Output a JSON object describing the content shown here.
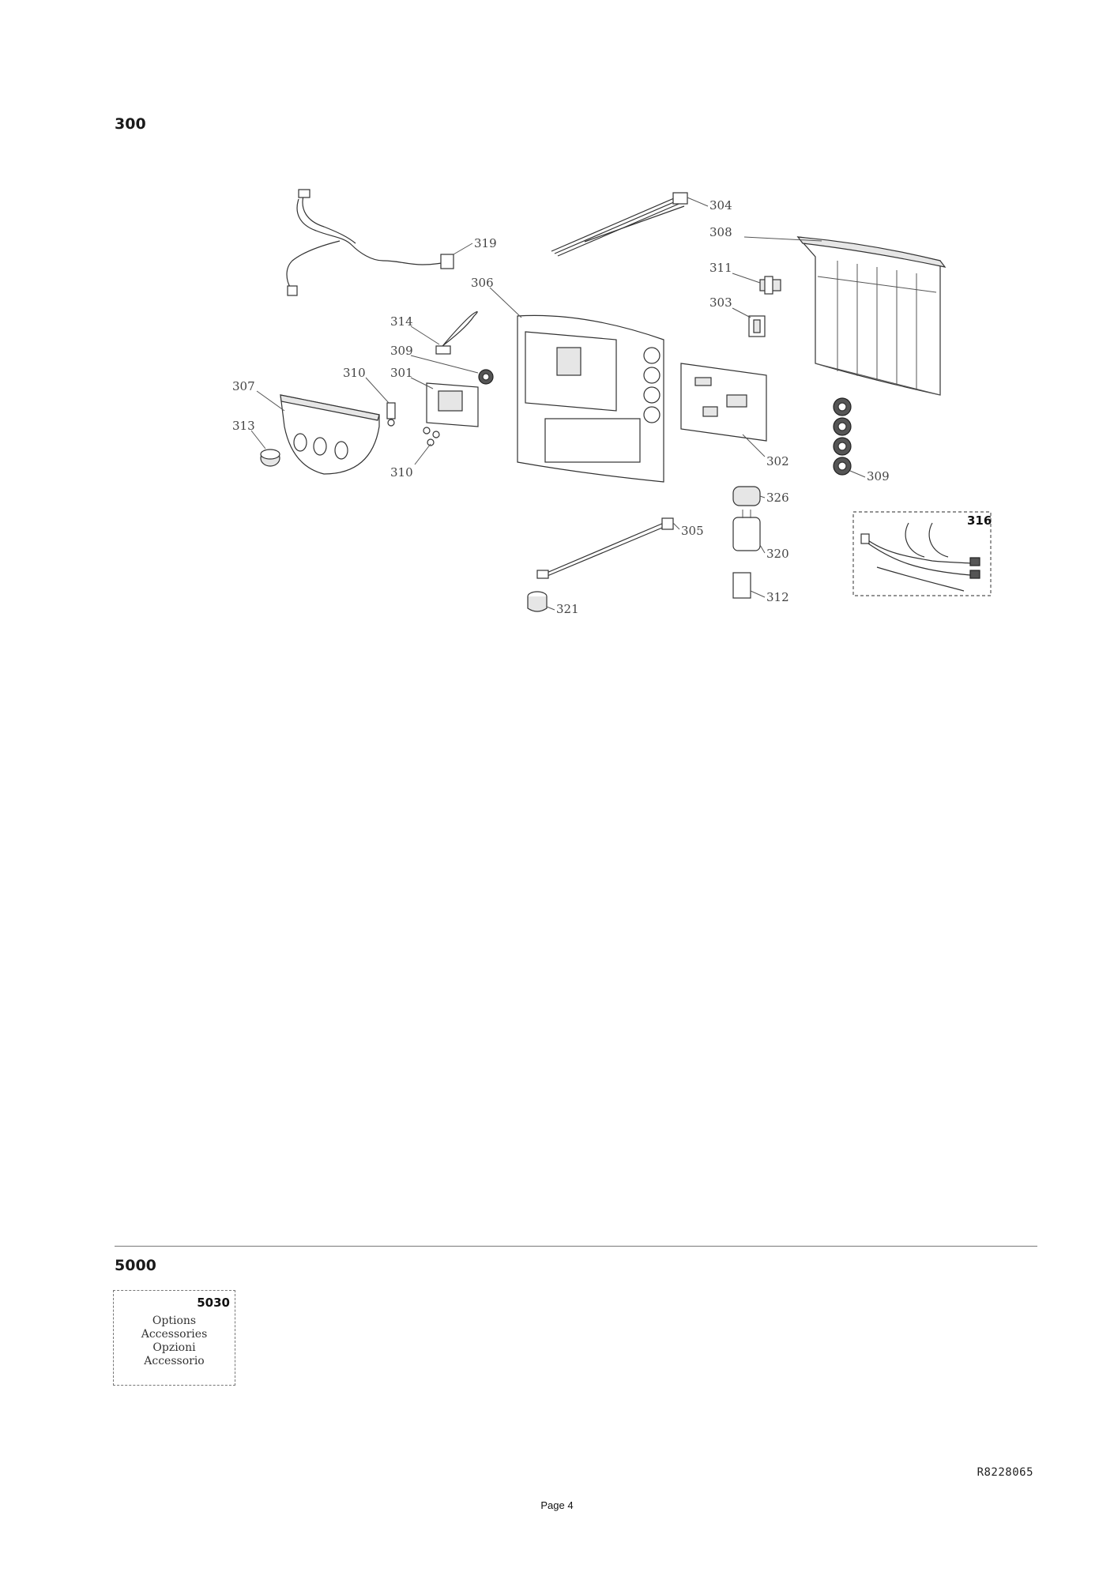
{
  "section_main": {
    "title": "300"
  },
  "callouts": {
    "c304": "304",
    "c308": "308",
    "c319": "319",
    "c311": "311",
    "c306": "306",
    "c303": "303",
    "c314": "314",
    "c309a": "309",
    "c301": "301",
    "c310a": "310",
    "c307": "307",
    "c313": "313",
    "c310b": "310",
    "c302": "302",
    "c309b": "309",
    "c326": "326",
    "c316": "316",
    "c305": "305",
    "c320": "320",
    "c312": "312",
    "c321": "321"
  },
  "section_bottom": {
    "title": "5000"
  },
  "options_box": {
    "number": "5030",
    "items": [
      "Options",
      "Accessories",
      "Opzioni",
      "Accessorio"
    ]
  },
  "doc_ref": "R8228065",
  "page_label": "Page 4"
}
